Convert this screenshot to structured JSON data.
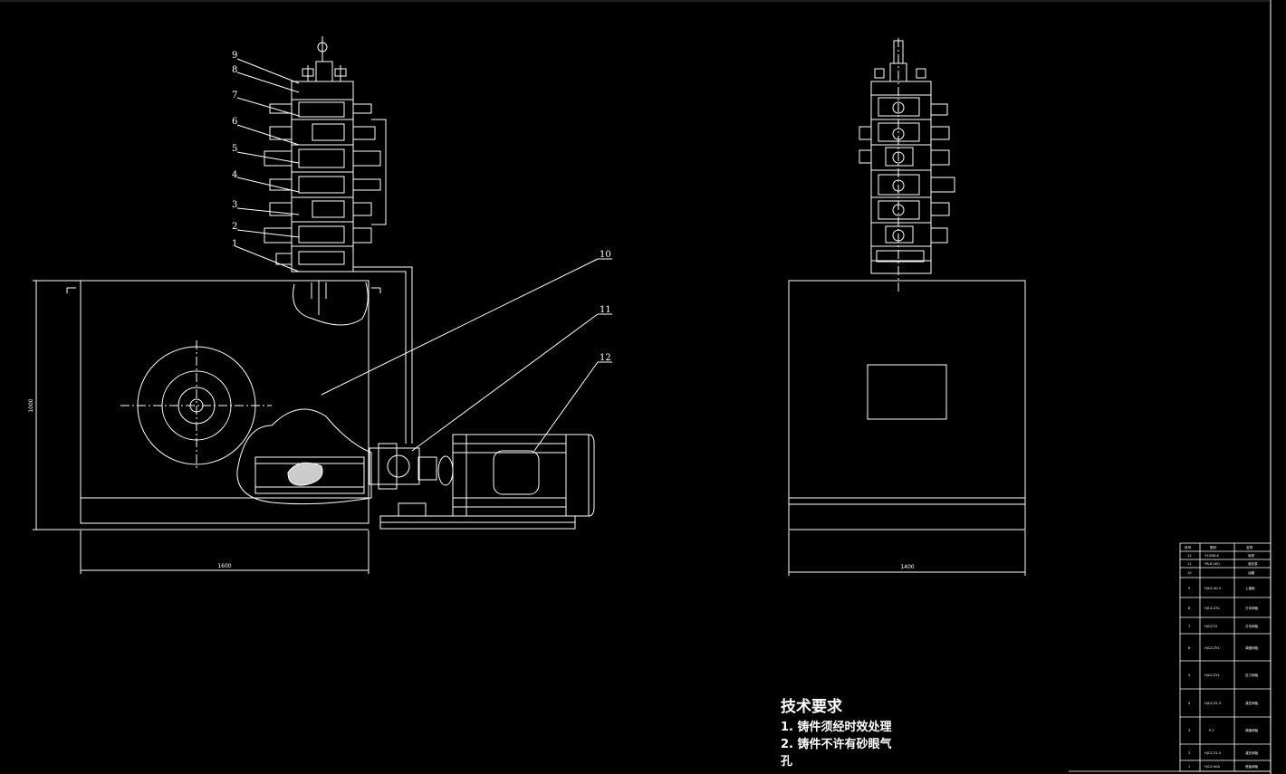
{
  "callouts": [
    "1",
    "2",
    "3",
    "4",
    "5",
    "6",
    "7",
    "8",
    "9",
    "10",
    "11",
    "12"
  ],
  "dimensions": {
    "front_width": "1600",
    "front_height": "1000",
    "side_width": "1400"
  },
  "technical_requirements": {
    "title": "技术要求",
    "items": [
      "1. 铸件须经时效处理",
      "2. 铸件不许有砂眼气",
      "孔"
    ]
  },
  "bom": {
    "header": [
      "序号",
      "图号",
      "名称"
    ],
    "rows": [
      {
        "no": "12",
        "code": "Y132M-6",
        "name": "电机"
      },
      {
        "no": "11",
        "code": "YB-6 (40)",
        "name": "液压泵"
      },
      {
        "no": "10",
        "code": "",
        "name": "油箱"
      },
      {
        "no": "9",
        "code": "HJCZ-40.3",
        "name": "上盖板"
      },
      {
        "no": "8",
        "code": "HJCZ-Z31",
        "name": "方向阀板"
      },
      {
        "no": "7",
        "code": "HJCZ-T0",
        "name": "方向阀板"
      },
      {
        "no": "6",
        "code": "HJCZ-ZY1",
        "name": "调速阀板"
      },
      {
        "no": "5",
        "code": "HJCZ-ZY1",
        "name": "压力阀板"
      },
      {
        "no": "4",
        "code": "HJCZ-Z1.5",
        "name": "减压阀板"
      },
      {
        "no": "3",
        "code": "P-1",
        "name": "调速阀板"
      },
      {
        "no": "2",
        "code": "HJCZ-Z1.5",
        "name": "减压阀板"
      },
      {
        "no": "1",
        "code": "HJCZ-40A",
        "name": "底板阀板"
      }
    ]
  }
}
